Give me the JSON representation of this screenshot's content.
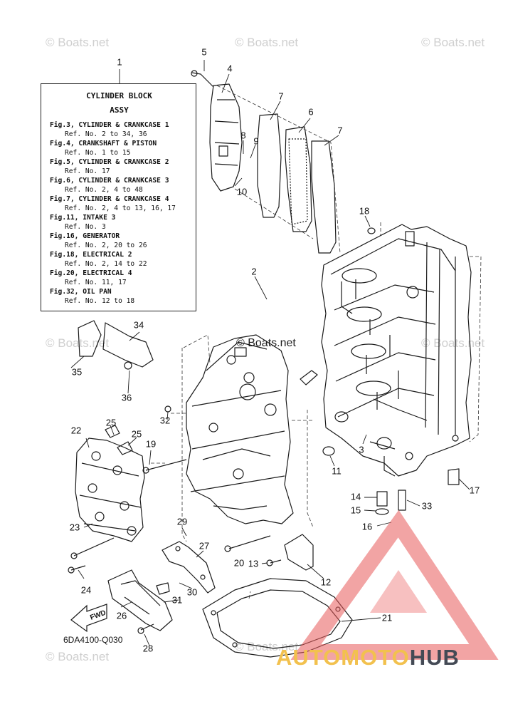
{
  "legend": {
    "title_line1": "CYLINDER BLOCK",
    "title_line2": "ASSY",
    "entries": [
      {
        "fig": "Fig.3, CYLINDER & CRANKCASE 1",
        "ref": "Ref. No. 2 to 34, 36"
      },
      {
        "fig": "Fig.4, CRANKSHAFT & PISTON",
        "ref": "Ref. No. 1 to 15"
      },
      {
        "fig": "Fig.5, CYLINDER & CRANKCASE 2",
        "ref": "Ref. No. 17"
      },
      {
        "fig": "Fig.6, CYLINDER & CRANKCASE 3",
        "ref": "Ref. No. 2, 4 to 48"
      },
      {
        "fig": "Fig.7, CYLINDER & CRANKCASE 4",
        "ref": "Ref. No. 2, 4 to 13, 16, 17"
      },
      {
        "fig": "Fig.11, INTAKE 3",
        "ref": "Ref. No. 3"
      },
      {
        "fig": "Fig.16, GENERATOR",
        "ref": "Ref. No. 2, 20 to 26"
      },
      {
        "fig": "Fig.18, ELECTRICAL 2",
        "ref": "Ref. No. 2, 14 to 22"
      },
      {
        "fig": "Fig.20, ELECTRICAL 4",
        "ref": "Ref. No. 11, 17"
      },
      {
        "fig": "Fig.32, OIL PAN",
        "ref": "Ref. No. 12 to 18"
      }
    ]
  },
  "callouts": [
    "1",
    "2",
    "3",
    "4",
    "5",
    "6",
    "7",
    "7",
    "8",
    "9",
    "10",
    "11",
    "12",
    "13",
    "14",
    "15",
    "16",
    "17",
    "18",
    "19",
    "20",
    "21",
    "22",
    "23",
    "24",
    "25",
    "25",
    "26",
    "27",
    "28",
    "29",
    "30",
    "31",
    "32",
    "33",
    "34",
    "35",
    "36"
  ],
  "watermark": "© Boats.net",
  "part_code": "6DA4100-Q030",
  "fwd_label": "FWD",
  "brand": {
    "part1": "AUTOMOTO",
    "part2": "HUB",
    "color1": "#f2c14e",
    "color2": "#444a55",
    "logo_color": "#e85a5a"
  },
  "colors": {
    "line": "#1a1a1a",
    "dash": "#333333"
  }
}
